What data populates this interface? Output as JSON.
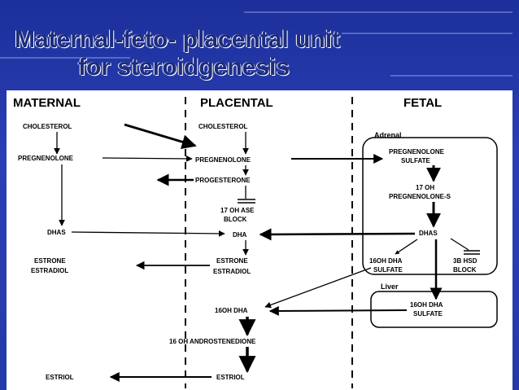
{
  "slide": {
    "title_line1": "Maternal-feto- placental unit",
    "title_line2": "for steroidgenesis"
  },
  "diagram": {
    "columns": {
      "maternal": "MATERNAL",
      "placental": "PLACENTAL",
      "fetal": "FETAL"
    },
    "maternal": {
      "cholesterol": "CHOLESTEROL",
      "pregnenolone": "PREGNENOLONE",
      "dhas": "DHAS",
      "estrone": "ESTRONE",
      "estradiol": "ESTRADIOL",
      "estriol": "ESTRIOL"
    },
    "placental": {
      "cholesterol": "CHOLESTEROL",
      "pregnenolone": "PREGNENOLONE",
      "progesterone": "PROGESTERONE",
      "block_line1": "17 OH ASE",
      "block_line2": "BLOCK",
      "dha": "DHA",
      "estrone": "ESTRONE",
      "estradiol": "ESTRADIOL",
      "oh16_dha": "16OH DHA",
      "androstenedione": "16 OH ANDROSTENEDIONE",
      "estriol": "ESTRIOL"
    },
    "fetal": {
      "adrenal": "Adrenal",
      "preg_sulfate_line1": "PREGNENOLONE",
      "preg_sulfate_line2": "SULFATE",
      "oh17_line1": "17 OH",
      "oh17_line2": "PREGNENOLONE-S",
      "dhas": "DHAS",
      "oh16_line1": "16OH DHA",
      "oh16_line2": "SULFATE",
      "hsd_line1": "3B HSD",
      "hsd_line2": "BLOCK",
      "liver": "Liver",
      "liver_line1": "16OH DHA",
      "liver_line2": "SULFATE"
    }
  }
}
